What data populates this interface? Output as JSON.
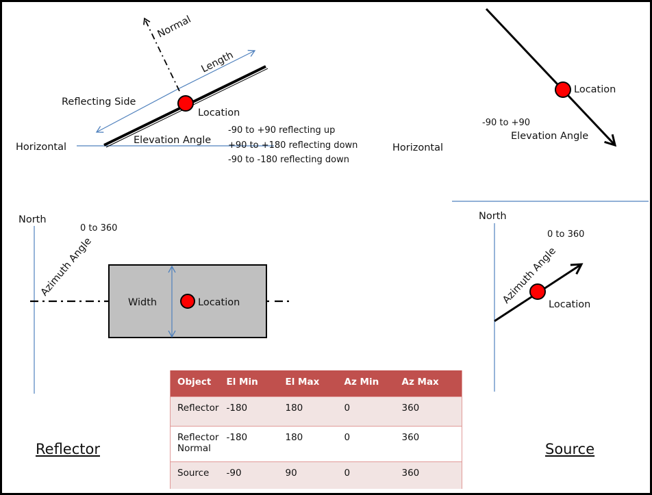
{
  "colors": {
    "location_marker": "#ff0000",
    "reference_line": "#4f81bd",
    "table_header": "#c0504d",
    "table_row_shaded": "#f2e4e3",
    "reflector_fill": "#c0c0c0"
  },
  "elevation_reflector": {
    "normal_label": "Normal",
    "length_label": "Length",
    "reflecting_side_label": "Reflecting Side",
    "location_label": "Location",
    "horizontal_label": "Horizontal",
    "elevation_label": "Elevation Angle",
    "ranges": [
      "-90 to +90 reflecting up",
      "+90 to +180 reflecting down",
      "-90 to -180 reflecting down"
    ]
  },
  "elevation_source": {
    "location_label": "Location",
    "range_label": "-90 to +90",
    "elevation_label": "Elevation Angle",
    "horizontal_label": "Horizontal"
  },
  "azimuth_reflector": {
    "north_label": "North",
    "range_label": "0 to 360",
    "azimuth_label": "Azimuth Angle",
    "width_label": "Width",
    "location_label": "Location"
  },
  "azimuth_source": {
    "north_label": "North",
    "range_label": "0 to 360",
    "azimuth_label": "Azimuth Angle",
    "location_label": "Location"
  },
  "section_titles": {
    "reflector": "Reflector",
    "source": "Source"
  },
  "table": {
    "headers": [
      "Object",
      "El Min",
      "El Max",
      "Az Min",
      "Az Max"
    ],
    "rows": [
      {
        "object": "Reflector",
        "el_min": "-180",
        "el_max": "180",
        "az_min": "0",
        "az_max": "360"
      },
      {
        "object_line1": "Reflector",
        "object_line2": "Normal",
        "el_min": "-180",
        "el_max": "180",
        "az_min": "0",
        "az_max": "360"
      },
      {
        "object": "Source",
        "el_min": "-90",
        "el_max": "90",
        "az_min": "0",
        "az_max": "360"
      }
    ]
  }
}
